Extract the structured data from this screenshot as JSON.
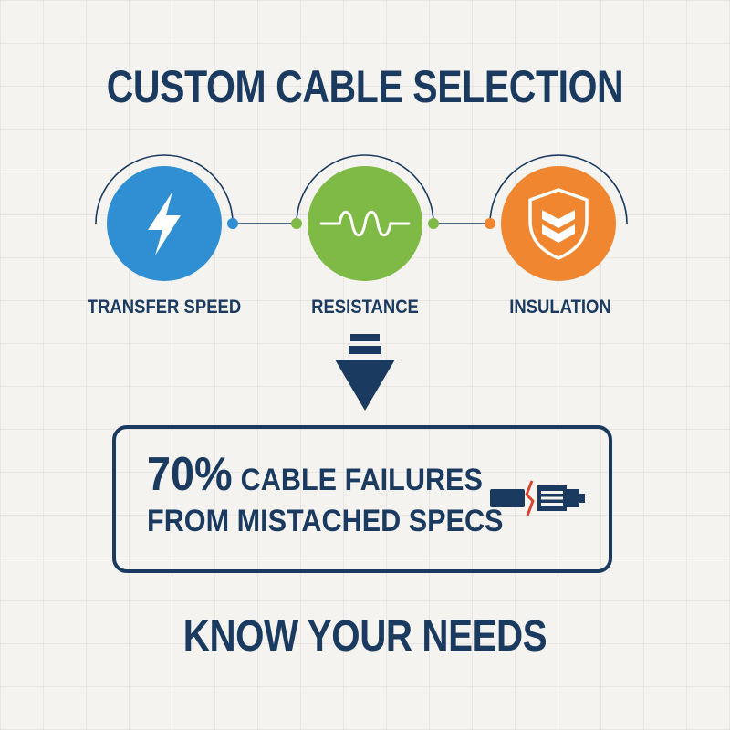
{
  "title": "CUSTOM CABLE SELECTION",
  "steps": [
    {
      "label": "TRANSFER SPEED",
      "icon": "lightning-bolt-icon",
      "color": "#2f8fd2"
    },
    {
      "label": "RESISTANCE",
      "icon": "resistance-wave-icon",
      "color": "#7eba45"
    },
    {
      "label": "INSULATION",
      "icon": "shield-icon",
      "color": "#f0862f"
    }
  ],
  "arrow": {
    "icon": "down-arrow-icon",
    "color": "#1a3a5f"
  },
  "callout": {
    "stat": "70%",
    "headline": "CABLE FAILURES",
    "subline": "FROM MISTACHED SPECS",
    "icon": "broken-cable-icon"
  },
  "footer": "KNOW YOUR NEEDS",
  "colors": {
    "navy": "#1a3a5f",
    "background": "#f5f3f0",
    "blue": "#2f8fd2",
    "green": "#7eba45",
    "orange": "#f0862f",
    "crack_red": "#d9442f"
  }
}
